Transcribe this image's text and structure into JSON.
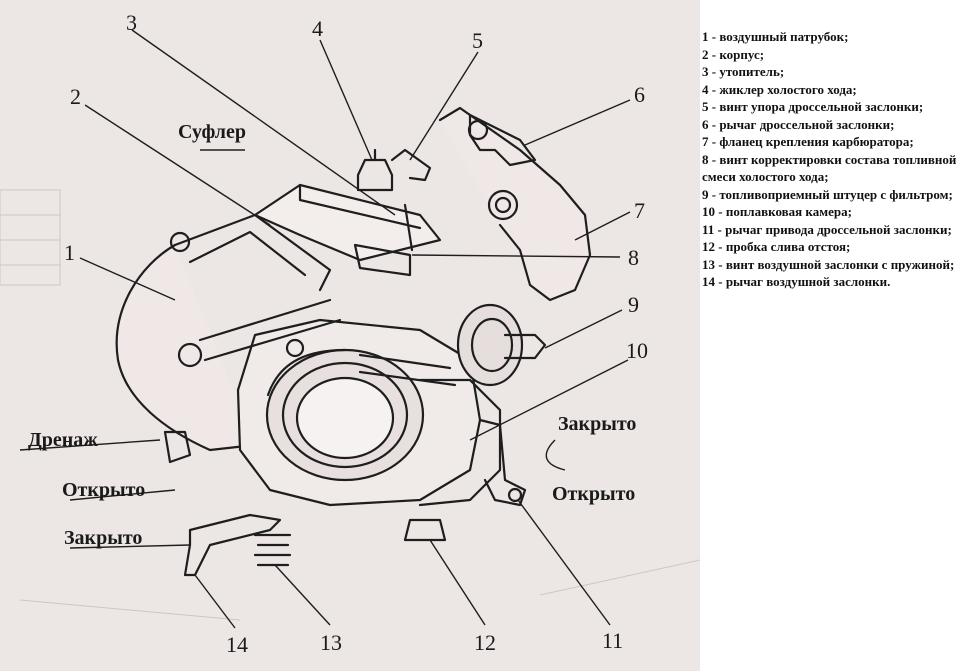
{
  "callouts": {
    "n1": "1",
    "n2": "2",
    "n3": "3",
    "n4": "4",
    "n5": "5",
    "n6": "6",
    "n7": "7",
    "n8": "8",
    "n9": "9",
    "n10": "10",
    "n11": "11",
    "n12": "12",
    "n13": "13",
    "n14": "14"
  },
  "labels": {
    "sufler": "Суфлер",
    "drenazh": "Дренаж",
    "otkryto_left": "Открыто",
    "zakryto_left": "Закрыто",
    "zakryto_right": "Закрыто",
    "otkryto_right": "Открыто"
  },
  "legend": [
    "1 - воздушный патрубок;",
    "2 - корпус;",
    "3 - утопитель;",
    "4 - жиклер холостого хода;",
    "5 - винт упора дроссельной заслонки;",
    "6 - рычаг дроссельной заслонки;",
    "7 - фланец крепления карбюратора;",
    "8 - винт корректировки состава топливной смеси холостого хода;",
    "9 - топливоприемный штуцер с фильтром;",
    "10 - поплавковая камера;",
    "11 - рычаг привода дроссельной заслонки;",
    "12 - пробка слива отстоя;",
    "13 - винт воздушной заслонки с пружиной;",
    "14 - рычаг воздушной заслонки."
  ]
}
